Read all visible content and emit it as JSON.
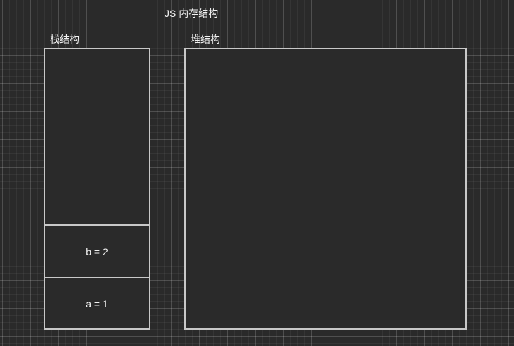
{
  "diagram": {
    "title": "JS 内存结构",
    "stack": {
      "label": "栈结构",
      "entries": [
        {
          "text": "b = 2"
        },
        {
          "text": "a = 1"
        }
      ]
    },
    "heap": {
      "label": "堆结构"
    }
  },
  "colors": {
    "background": "#2a2a2a",
    "grid_line": "#5a5a5a",
    "box_border": "#c8c8c8",
    "text": "#f2f2f2"
  }
}
